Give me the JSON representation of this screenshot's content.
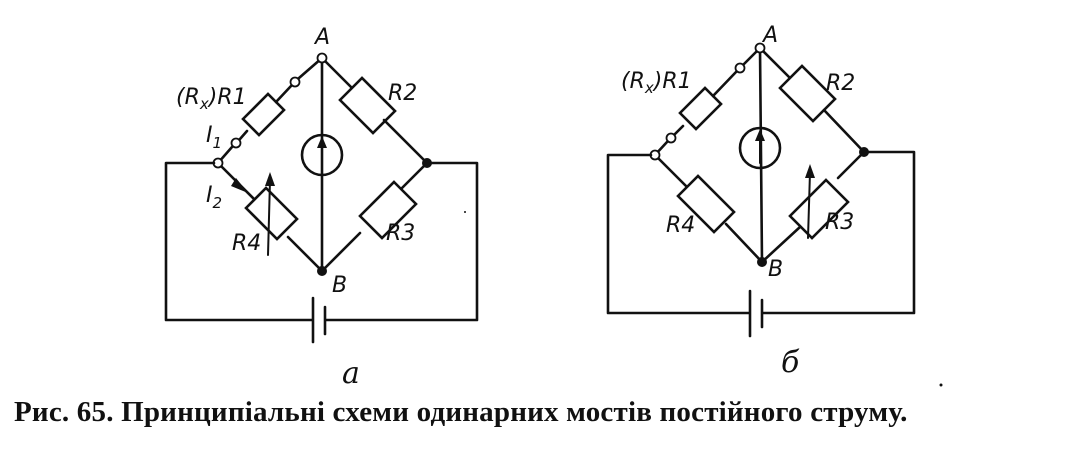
{
  "diagram_a": {
    "node_a": "A",
    "node_b": "B",
    "r1_label": "(R",
    "r1_sub": "x",
    "r1_suffix": ")R1",
    "r2_label": "R2",
    "r3_label": "R3",
    "r4_label": "R4",
    "i1_label": "I",
    "i1_sub": "1",
    "i2_label": "I",
    "i2_sub": "2",
    "caption": "a"
  },
  "diagram_b": {
    "node_a": "A",
    "node_b": "B",
    "r1_label": "(R",
    "r1_sub": "x",
    "r1_suffix": ")R1",
    "r2_label": "R2",
    "r3_label": "R3",
    "r4_label": "R4",
    "caption": "б"
  },
  "figure_caption": "Рис. 65. Принципіальні схеми одинарних мостів постійного струму."
}
